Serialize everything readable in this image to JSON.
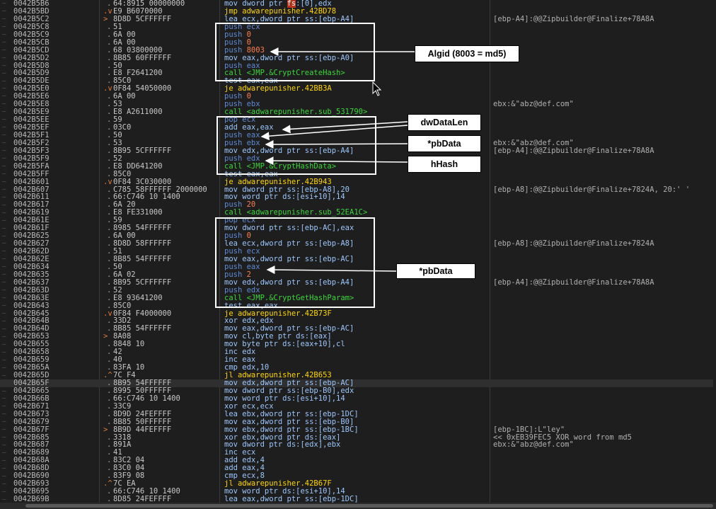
{
  "rows": [
    {
      "addr": "0042B5B6",
      "jm": "",
      "bytes": "64:8915 00000000",
      "ins": [
        [
          "k-mov",
          "mov dword ptr "
        ],
        [
          "fs",
          "fs"
        ],
        [
          "k-mov",
          ":[0],edx"
        ]
      ],
      "cmt": ""
    },
    {
      "addr": "0042B5BD",
      "jm": ".v",
      "bytes": "E9 B6070000",
      "ins": [
        [
          "k-jmp",
          "jmp adwarepunisher.42BD78"
        ]
      ],
      "cmt": ""
    },
    {
      "addr": "0042B5C2",
      "jm": ">",
      "bytes": "8D8D 5CFFFFFF",
      "ins": [
        [
          "k-mov",
          "lea ecx,dword ptr ss:[ebp-A4]"
        ]
      ],
      "cmt": "[ebp-A4]:@@Zipbuilder@Finalize+78A8A"
    },
    {
      "addr": "0042B5C8",
      "jm": "",
      "bytes": "51",
      "ins": [
        [
          "k-push",
          "push ecx"
        ]
      ],
      "cmt": ""
    },
    {
      "addr": "0042B5C9",
      "jm": "",
      "bytes": "6A 00",
      "ins": [
        [
          "k-push",
          "push "
        ],
        [
          "k-imm",
          "0"
        ]
      ],
      "cmt": ""
    },
    {
      "addr": "0042B5CB",
      "jm": "",
      "bytes": "6A 00",
      "ins": [
        [
          "k-push",
          "push "
        ],
        [
          "k-imm",
          "0"
        ]
      ],
      "cmt": ""
    },
    {
      "addr": "0042B5CD",
      "jm": "",
      "bytes": "68 03800000",
      "ins": [
        [
          "k-push",
          "push "
        ],
        [
          "k-imm",
          "8003"
        ]
      ],
      "cmt": ""
    },
    {
      "addr": "0042B5D2",
      "jm": "",
      "bytes": "8B85 60FFFFFF",
      "ins": [
        [
          "k-mov",
          "mov eax,dword ptr ss:[ebp-A0]"
        ]
      ],
      "cmt": ""
    },
    {
      "addr": "0042B5D8",
      "jm": "",
      "bytes": "50",
      "ins": [
        [
          "k-push",
          "push eax"
        ]
      ],
      "cmt": ""
    },
    {
      "addr": "0042B5D9",
      "jm": "",
      "bytes": "E8 F2641200",
      "ins": [
        [
          "k-call",
          "call <JMP.&CryptCreateHash>"
        ]
      ],
      "cmt": ""
    },
    {
      "addr": "0042B5DE",
      "jm": "",
      "bytes": "85C0",
      "ins": [
        [
          "k-test",
          "test eax,eax"
        ]
      ],
      "cmt": ""
    },
    {
      "addr": "0042B5E0",
      "jm": ".v",
      "bytes": "0F84 54050000",
      "ins": [
        [
          "k-jmp",
          "je adwarepunisher.42BB3A"
        ]
      ],
      "cmt": ""
    },
    {
      "addr": "0042B5E6",
      "jm": "",
      "bytes": "6A 00",
      "ins": [
        [
          "k-push",
          "push "
        ],
        [
          "k-imm",
          "0"
        ]
      ],
      "cmt": ""
    },
    {
      "addr": "0042B5E8",
      "jm": "",
      "bytes": "53",
      "ins": [
        [
          "k-push",
          "push ebx"
        ]
      ],
      "cmt": "ebx:&\"abz@def.com\""
    },
    {
      "addr": "0042B5E9",
      "jm": "",
      "bytes": "E8 A2611000",
      "ins": [
        [
          "k-call",
          "call <adwarepunisher.sub_531790>"
        ]
      ],
      "cmt": ""
    },
    {
      "addr": "0042B5EE",
      "jm": "",
      "bytes": "59",
      "ins": [
        [
          "k-push",
          "pop ecx"
        ]
      ],
      "cmt": ""
    },
    {
      "addr": "0042B5EF",
      "jm": "",
      "bytes": "03C0",
      "ins": [
        [
          "k-x",
          "add eax,eax"
        ]
      ],
      "cmt": ""
    },
    {
      "addr": "0042B5F1",
      "jm": "",
      "bytes": "50",
      "ins": [
        [
          "k-push",
          "push eax"
        ]
      ],
      "cmt": ""
    },
    {
      "addr": "0042B5F2",
      "jm": "",
      "bytes": "53",
      "ins": [
        [
          "k-push",
          "push ebx"
        ]
      ],
      "cmt": "ebx:&\"abz@def.com\""
    },
    {
      "addr": "0042B5F3",
      "jm": "",
      "bytes": "8B95 5CFFFFFF",
      "ins": [
        [
          "k-mov",
          "mov edx,dword ptr ss:[ebp-A4]"
        ]
      ],
      "cmt": "[ebp-A4]:@@Zipbuilder@Finalize+78A8A"
    },
    {
      "addr": "0042B5F9",
      "jm": "",
      "bytes": "52",
      "ins": [
        [
          "k-push",
          "push edx"
        ]
      ],
      "cmt": ""
    },
    {
      "addr": "0042B5FA",
      "jm": "",
      "bytes": "E8 DD641200",
      "ins": [
        [
          "k-call",
          "call <JMP.&CryptHashData>"
        ]
      ],
      "cmt": ""
    },
    {
      "addr": "0042B5FF",
      "jm": "",
      "bytes": "85C0",
      "ins": [
        [
          "k-test",
          "test eax,eax"
        ]
      ],
      "cmt": ""
    },
    {
      "addr": "0042B601",
      "jm": ".v",
      "bytes": "0F84 3C030000",
      "ins": [
        [
          "k-jmp",
          "je adwarepunisher.42B943"
        ]
      ],
      "cmt": ""
    },
    {
      "addr": "0042B607",
      "jm": "",
      "bytes": "C785 58FFFFFF 2000000",
      "ins": [
        [
          "k-mov",
          "mov dword ptr ss:[ebp-A8],20"
        ]
      ],
      "cmt": "[ebp-A8]:@@Zipbuilder@Finalize+7824A, 20:' '"
    },
    {
      "addr": "0042B611",
      "jm": "",
      "bytes": "66:C746 10 1400",
      "ins": [
        [
          "k-mov",
          "mov word ptr ds:[esi+10],14"
        ]
      ],
      "cmt": ""
    },
    {
      "addr": "0042B617",
      "jm": "",
      "bytes": "6A 20",
      "ins": [
        [
          "k-push",
          "push "
        ],
        [
          "k-imm",
          "20"
        ]
      ],
      "cmt": ""
    },
    {
      "addr": "0042B619",
      "jm": "",
      "bytes": "E8 FE331000",
      "ins": [
        [
          "k-call",
          "call <adwarepunisher.sub_52EA1C>"
        ]
      ],
      "cmt": ""
    },
    {
      "addr": "0042B61E",
      "jm": "",
      "bytes": "59",
      "ins": [
        [
          "k-push",
          "pop ecx"
        ]
      ],
      "cmt": ""
    },
    {
      "addr": "0042B61F",
      "jm": "",
      "bytes": "8985 54FFFFFF",
      "ins": [
        [
          "k-mov",
          "mov dword ptr ss:[ebp-AC],eax"
        ]
      ],
      "cmt": ""
    },
    {
      "addr": "0042B625",
      "jm": "",
      "bytes": "6A 00",
      "ins": [
        [
          "k-push",
          "push "
        ],
        [
          "k-imm",
          "0"
        ]
      ],
      "cmt": ""
    },
    {
      "addr": "0042B627",
      "jm": "",
      "bytes": "8D8D 58FFFFFF",
      "ins": [
        [
          "k-mov",
          "lea ecx,dword ptr ss:[ebp-A8]"
        ]
      ],
      "cmt": "[ebp-A8]:@@Zipbuilder@Finalize+7824A"
    },
    {
      "addr": "0042B62D",
      "jm": "",
      "bytes": "51",
      "ins": [
        [
          "k-push",
          "push ecx"
        ]
      ],
      "cmt": ""
    },
    {
      "addr": "0042B62E",
      "jm": "",
      "bytes": "8B85 54FFFFFF",
      "ins": [
        [
          "k-mov",
          "mov eax,dword ptr ss:[ebp-AC]"
        ]
      ],
      "cmt": ""
    },
    {
      "addr": "0042B634",
      "jm": "",
      "bytes": "50",
      "ins": [
        [
          "k-push",
          "push eax"
        ]
      ],
      "cmt": ""
    },
    {
      "addr": "0042B635",
      "jm": "",
      "bytes": "6A 02",
      "ins": [
        [
          "k-push",
          "push "
        ],
        [
          "k-imm",
          "2"
        ]
      ],
      "cmt": ""
    },
    {
      "addr": "0042B637",
      "jm": "",
      "bytes": "8B95 5CFFFFFF",
      "ins": [
        [
          "k-mov",
          "mov edx,dword ptr ss:[ebp-A4]"
        ]
      ],
      "cmt": "[ebp-A4]:@@Zipbuilder@Finalize+78A8A"
    },
    {
      "addr": "0042B63D",
      "jm": "",
      "bytes": "52",
      "ins": [
        [
          "k-push",
          "push edx"
        ]
      ],
      "cmt": ""
    },
    {
      "addr": "0042B63E",
      "jm": "",
      "bytes": "E8 93641200",
      "ins": [
        [
          "k-call",
          "call <JMP.&CryptGetHashParam>"
        ]
      ],
      "cmt": ""
    },
    {
      "addr": "0042B643",
      "jm": "",
      "bytes": "85C0",
      "ins": [
        [
          "k-test",
          "test eax,eax"
        ]
      ],
      "cmt": ""
    },
    {
      "addr": "0042B645",
      "jm": ".v",
      "bytes": "0F84 F4000000",
      "ins": [
        [
          "k-jmp",
          "je adwarepunisher.42B73F"
        ]
      ],
      "cmt": ""
    },
    {
      "addr": "0042B64B",
      "jm": "",
      "bytes": "33D2",
      "ins": [
        [
          "k-x",
          "xor edx,edx"
        ]
      ],
      "cmt": ""
    },
    {
      "addr": "0042B64D",
      "jm": "",
      "bytes": "8B85 54FFFFFF",
      "ins": [
        [
          "k-mov",
          "mov eax,dword ptr ss:[ebp-AC]"
        ]
      ],
      "cmt": ""
    },
    {
      "addr": "0042B653",
      "jm": ">",
      "bytes": "8A08",
      "ins": [
        [
          "k-mov",
          "mov cl,byte ptr ds:[eax]"
        ]
      ],
      "cmt": ""
    },
    {
      "addr": "0042B655",
      "jm": "",
      "bytes": "8848 10",
      "ins": [
        [
          "k-mov",
          "mov byte ptr ds:[eax+10],cl"
        ]
      ],
      "cmt": ""
    },
    {
      "addr": "0042B658",
      "jm": "",
      "bytes": "42",
      "ins": [
        [
          "k-x",
          "inc edx"
        ]
      ],
      "cmt": ""
    },
    {
      "addr": "0042B659",
      "jm": "",
      "bytes": "40",
      "ins": [
        [
          "k-x",
          "inc eax"
        ]
      ],
      "cmt": ""
    },
    {
      "addr": "0042B65A",
      "jm": "",
      "bytes": "83FA 10",
      "ins": [
        [
          "k-x",
          "cmp edx,10"
        ]
      ],
      "cmt": ""
    },
    {
      "addr": "0042B65D",
      "jm": ".^",
      "bytes": "7C F4",
      "ins": [
        [
          "k-jmp",
          "jl adwarepunisher.42B653"
        ]
      ],
      "cmt": ""
    },
    {
      "addr": "0042B65F",
      "jm": "",
      "bytes": "8B95 54FFFFFF",
      "ins": [
        [
          "k-mov",
          "mov edx,dword ptr ss:[ebp-AC]"
        ]
      ],
      "cmt": "",
      "sel": true
    },
    {
      "addr": "0042B665",
      "jm": "",
      "bytes": "8995 50FFFFFF",
      "ins": [
        [
          "k-mov",
          "mov dword ptr ss:[ebp-B0],edx"
        ]
      ],
      "cmt": ""
    },
    {
      "addr": "0042B66B",
      "jm": "",
      "bytes": "66:C746 10 1400",
      "ins": [
        [
          "k-mov",
          "mov word ptr ds:[esi+10],14"
        ]
      ],
      "cmt": ""
    },
    {
      "addr": "0042B671",
      "jm": "",
      "bytes": "33C9",
      "ins": [
        [
          "k-x",
          "xor ecx,ecx"
        ]
      ],
      "cmt": ""
    },
    {
      "addr": "0042B673",
      "jm": "",
      "bytes": "8D9D 24FEFFFF",
      "ins": [
        [
          "k-mov",
          "lea ebx,dword ptr ss:[ebp-1DC]"
        ]
      ],
      "cmt": ""
    },
    {
      "addr": "0042B679",
      "jm": "",
      "bytes": "8B85 50FFFFFF",
      "ins": [
        [
          "k-mov",
          "mov eax,dword ptr ss:[ebp-B0]"
        ]
      ],
      "cmt": ""
    },
    {
      "addr": "0042B67F",
      "jm": ">",
      "bytes": "8B9D 44FEFFFF",
      "ins": [
        [
          "k-mov",
          "mov ebx,dword ptr ss:[ebp-1BC]"
        ]
      ],
      "cmt": "[ebp-1BC]:L\"ley\""
    },
    {
      "addr": "0042B685",
      "jm": "",
      "bytes": "3318",
      "ins": [
        [
          "k-x",
          "xor ebx,dword ptr ds:[eax]"
        ]
      ],
      "cmt": "<< 0xEB39FEC5 XOR word from md5",
      "cmtGreen": true
    },
    {
      "addr": "0042B687",
      "jm": "",
      "bytes": "891A",
      "ins": [
        [
          "k-mov",
          "mov dword ptr ds:[edx],ebx"
        ]
      ],
      "cmt": "ebx:&\"abz@def.com\""
    },
    {
      "addr": "0042B689",
      "jm": "",
      "bytes": "41",
      "ins": [
        [
          "k-x",
          "inc ecx"
        ]
      ],
      "cmt": ""
    },
    {
      "addr": "0042B68A",
      "jm": "",
      "bytes": "83C2 04",
      "ins": [
        [
          "k-x",
          "add edx,4"
        ]
      ],
      "cmt": ""
    },
    {
      "addr": "0042B68D",
      "jm": "",
      "bytes": "83C0 04",
      "ins": [
        [
          "k-x",
          "add eax,4"
        ]
      ],
      "cmt": ""
    },
    {
      "addr": "0042B690",
      "jm": "",
      "bytes": "83F9 08",
      "ins": [
        [
          "k-x",
          "cmp ecx,8"
        ]
      ],
      "cmt": ""
    },
    {
      "addr": "0042B693",
      "jm": ".^",
      "bytes": "7C EA",
      "ins": [
        [
          "k-jmp",
          "jl adwarepunisher.42B67F"
        ]
      ],
      "cmt": ""
    },
    {
      "addr": "0042B695",
      "jm": "",
      "bytes": "66:C746 10 1400",
      "ins": [
        [
          "k-mov",
          "mov word ptr ds:[esi+10],14"
        ]
      ],
      "cmt": ""
    },
    {
      "addr": "0042B69B",
      "jm": "",
      "bytes": "8D85 24FEFFFF",
      "ins": [
        [
          "k-mov",
          "lea eax,dword ptr ss:[ebp-1DC]"
        ]
      ],
      "cmt": ""
    }
  ],
  "callouts": {
    "algid": "Algid (8003 = md5)",
    "dwdatalen": "dwDataLen",
    "pbdata1": "*pbData",
    "hhash": "hHash",
    "pbdata2": "*pbData"
  },
  "colors": {
    "background": "#1e1e1e",
    "call": "#3cd63c",
    "jump": "#ffd700",
    "push": "#5f8ad6",
    "immediate": "#ff7f50"
  }
}
